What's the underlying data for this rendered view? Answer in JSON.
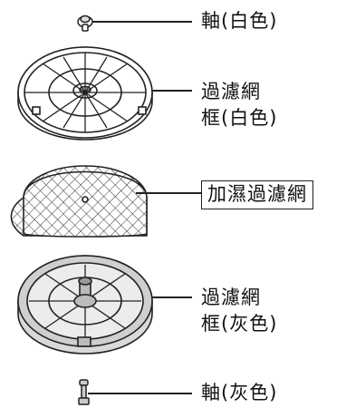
{
  "labels": {
    "shaft_white": "軸(白色)",
    "filter_frame_white_line1": "過濾網",
    "filter_frame_white_line2": "框(白色)",
    "humidifying_filter": "加濕過濾網",
    "filter_frame_gray_line1": "過濾網",
    "filter_frame_gray_line2": "框(灰色)",
    "shaft_gray": "軸(灰色)"
  }
}
